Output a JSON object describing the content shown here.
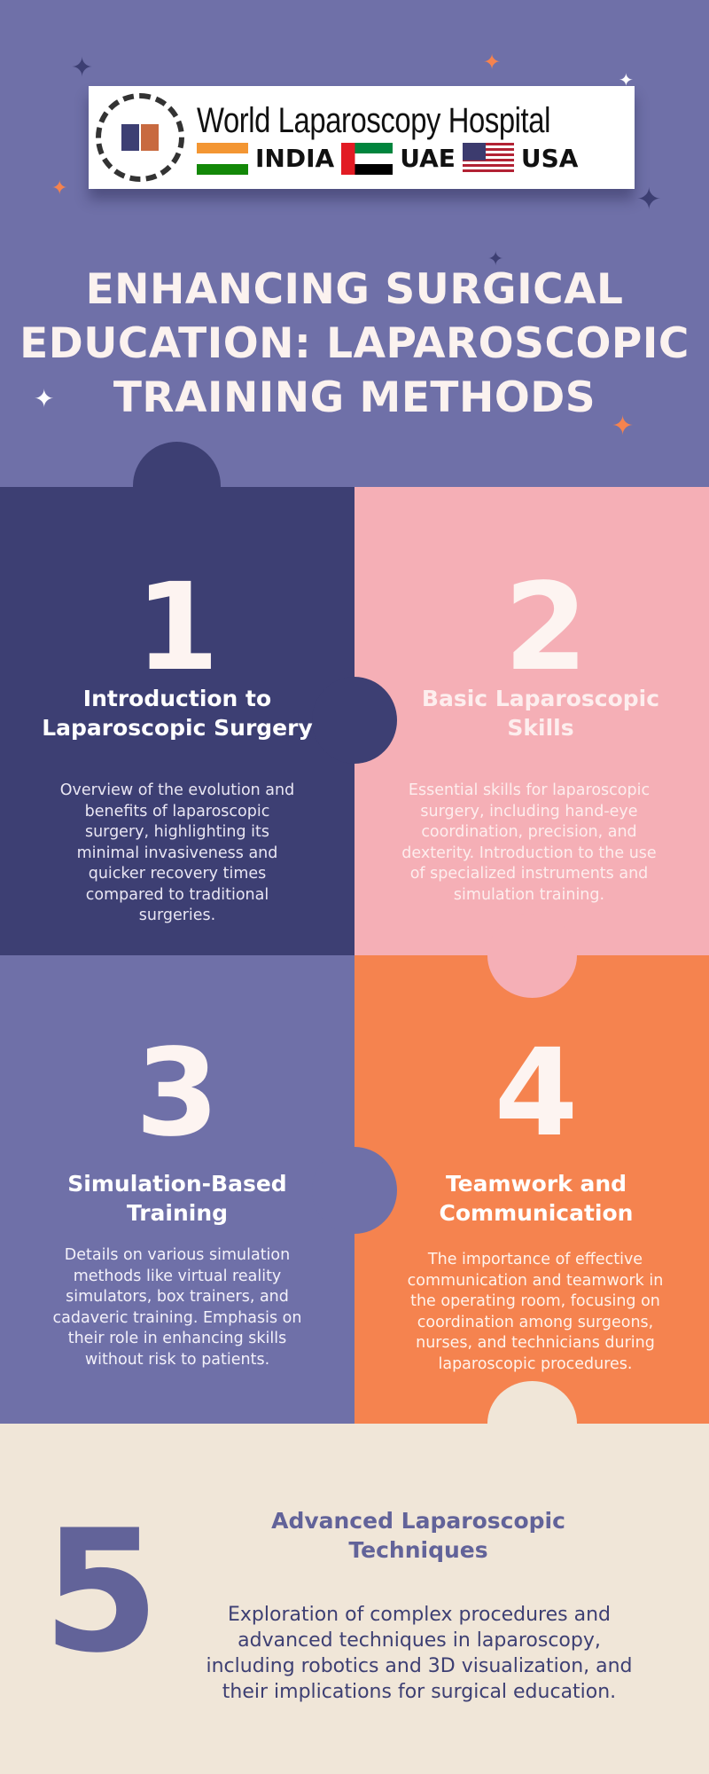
{
  "logo": {
    "name": "World Laparoscopy Hospital",
    "countries": [
      "INDIA",
      "UAE",
      "USA"
    ]
  },
  "title": [
    "ENHANCING SURGICAL",
    "EDUCATION: LAPAROSCOPIC",
    "TRAINING METHODS"
  ],
  "colors": {
    "periwinkle": "#6f70a8",
    "navy": "#3d3f73",
    "pink": "#f5afb6",
    "orange": "#f5834f",
    "cream": "#f0e6d8"
  },
  "steps": [
    {
      "number": "1",
      "heading": [
        "Introduction to",
        "Laparoscopic Surgery"
      ],
      "body": "Overview of the evolution and benefits of laparoscopic surgery, highlighting its minimal invasiveness and quicker recovery times compared to traditional surgeries."
    },
    {
      "number": "2",
      "heading": [
        "Basic Laparoscopic",
        "Skills"
      ],
      "body": "Essential skills for laparoscopic surgery, including hand-eye coordination, precision, and dexterity. Introduction to the use of specialized instruments and simulation training."
    },
    {
      "number": "3",
      "heading": [
        "Simulation-Based",
        "Training"
      ],
      "body": "Details on various simulation methods like virtual reality simulators, box trainers, and cadaveric training. Emphasis on their role in enhancing skills without risk to patients."
    },
    {
      "number": "4",
      "heading": [
        "Teamwork and",
        "Communication"
      ],
      "body": "The importance of effective communication and teamwork in the operating room, focusing on coordination among surgeons, nurses, and technicians during laparoscopic procedures."
    },
    {
      "number": "5",
      "heading": [
        "Advanced Laparoscopic",
        "Techniques"
      ],
      "body": "Exploration of complex procedures and advanced techniques in laparoscopy, including robotics and 3D visualization, and their implications for surgical education."
    }
  ]
}
